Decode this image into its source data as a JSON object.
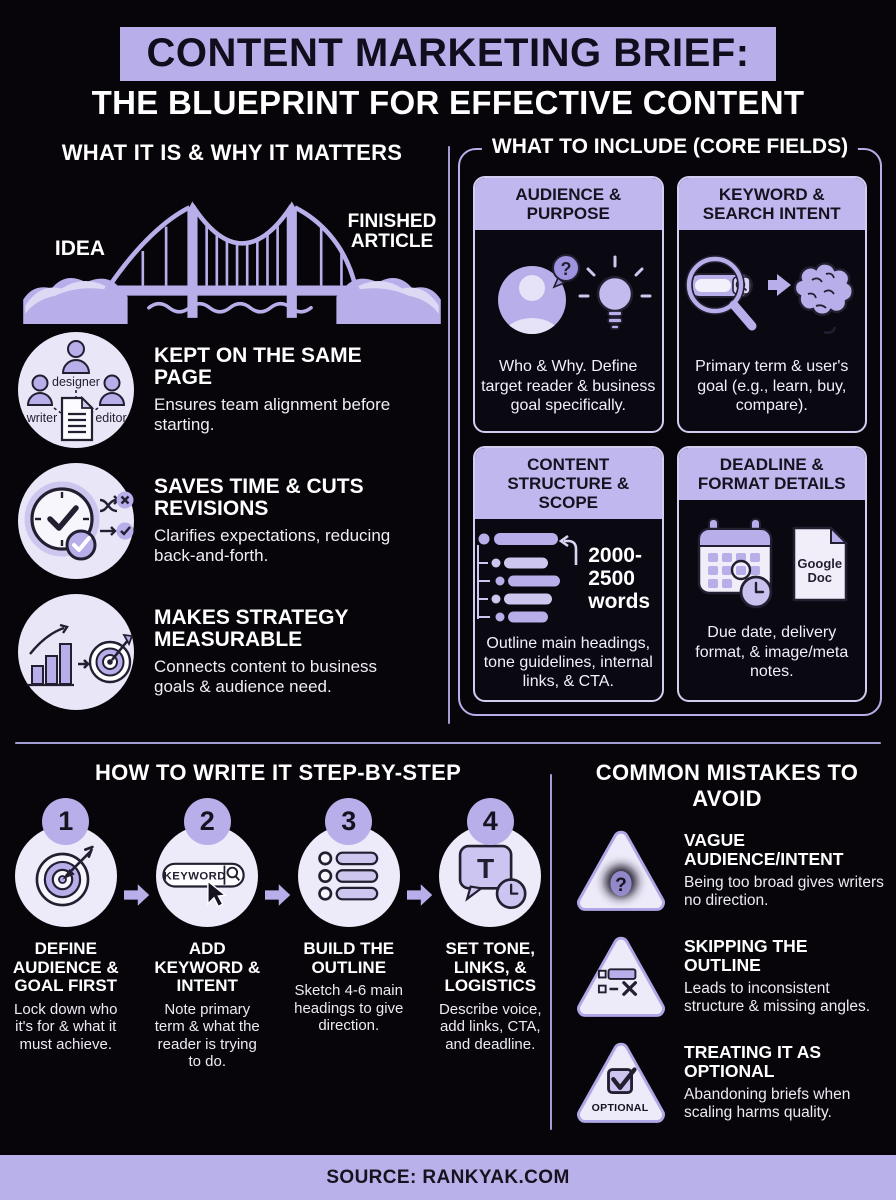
{
  "palette": {
    "background": "#070509",
    "accent_lavender": "#b7aeea",
    "light_circle": "#e9e6f8",
    "text_light": "#f7f5fc",
    "text_dark": "#17121f"
  },
  "header": {
    "title": "CONTENT MARKETING BRIEF:",
    "subtitle": "THE BLUEPRINT FOR EFFECTIVE CONTENT"
  },
  "what_it_is": {
    "title": "WHAT IT IS & WHY IT MATTERS",
    "bridge": {
      "left_label": "IDEA",
      "right_label": "FINISHED ARTICLE"
    },
    "benefits": [
      {
        "title": "KEPT ON THE SAME PAGE",
        "desc": "Ensures team alignment before starting.",
        "icon_labels": {
          "top": "designer",
          "left": "writer",
          "right": "editor"
        }
      },
      {
        "title": "SAVES TIME & CUTS REVISIONS",
        "desc": "Clarifies expectations, reducing back-and-forth."
      },
      {
        "title": "MAKES STRATEGY MEASURABLE",
        "desc": "Connects content to business goals & audience need."
      }
    ]
  },
  "what_to_include": {
    "title": "WHAT TO INCLUDE (CORE FIELDS)",
    "cards": [
      {
        "title": "AUDIENCE & PURPOSE",
        "desc": "Who & Why. Define target reader & business goal specifically."
      },
      {
        "title": "KEYWORD & SEARCH INTENT",
        "desc": "Primary term & user's goal (e.g., learn, buy, compare)."
      },
      {
        "title": "CONTENT STRUCTURE & SCOPE",
        "desc": "Outline main headings, tone guidelines, internal links, & CTA.",
        "annotation": "2000-2500 words"
      },
      {
        "title": "DEADLINE & FORMAT DETAILS",
        "desc": "Due date, delivery format, & image/meta notes.",
        "annotation": "Google Doc"
      }
    ]
  },
  "how_to_write": {
    "title": "HOW TO WRITE IT STEP-BY-STEP",
    "steps": [
      {
        "number": "1",
        "title": "DEFINE AUDIENCE & GOAL FIRST",
        "desc": "Lock down who it's for & what it must achieve."
      },
      {
        "number": "2",
        "title": "ADD KEYWORD & INTENT",
        "desc": "Note primary term & what the reader is trying to do.",
        "icon_label": "KEYWORD"
      },
      {
        "number": "3",
        "title": "BUILD THE OUTLINE",
        "desc": "Sketch 4-6 main headings to give direction."
      },
      {
        "number": "4",
        "title": "SET TONE, LINKS, & LOGISTICS",
        "desc": "Describe voice, add links, CTA, and deadline."
      }
    ]
  },
  "common_mistakes": {
    "title": "COMMON MISTAKES TO AVOID",
    "mistakes": [
      {
        "title": "VAGUE AUDIENCE/INTENT",
        "desc": "Being too broad gives writers no direction.",
        "icon_label": "?"
      },
      {
        "title": "SKIPPING THE OUTLINE",
        "desc": "Leads to inconsistent structure & missing angles."
      },
      {
        "title": "TREATING IT AS OPTIONAL",
        "desc": "Abandoning briefs when scaling harms quality.",
        "icon_label": "OPTIONAL"
      }
    ]
  },
  "footer": {
    "source": "SOURCE: RANKYAK.COM"
  }
}
